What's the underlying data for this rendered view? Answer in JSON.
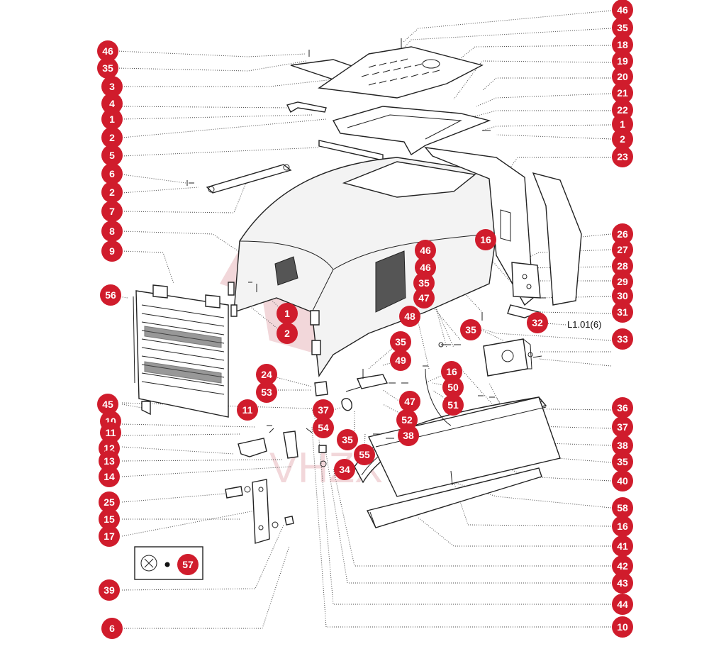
{
  "diagram": {
    "reference_label": "L1.01(6)",
    "watermark_text": "VHZX",
    "callouts": [
      {
        "id": "46"
      },
      {
        "id": "35"
      },
      {
        "id": "18"
      },
      {
        "id": "19"
      },
      {
        "id": "20"
      },
      {
        "id": "21"
      },
      {
        "id": "22"
      },
      {
        "id": "1"
      },
      {
        "id": "2"
      },
      {
        "id": "23"
      },
      {
        "id": "46"
      },
      {
        "id": "35"
      },
      {
        "id": "3"
      },
      {
        "id": "4"
      },
      {
        "id": "1"
      },
      {
        "id": "2"
      },
      {
        "id": "5"
      },
      {
        "id": "6"
      },
      {
        "id": "2"
      },
      {
        "id": "7"
      },
      {
        "id": "8"
      },
      {
        "id": "9"
      },
      {
        "id": "56"
      },
      {
        "id": "26"
      },
      {
        "id": "27"
      },
      {
        "id": "28"
      },
      {
        "id": "29"
      },
      {
        "id": "30"
      },
      {
        "id": "31"
      },
      {
        "id": "32"
      },
      {
        "id": "16"
      },
      {
        "id": "46"
      },
      {
        "id": "46"
      },
      {
        "id": "35"
      },
      {
        "id": "47"
      },
      {
        "id": "48"
      },
      {
        "id": "1"
      },
      {
        "id": "2"
      },
      {
        "id": "35"
      },
      {
        "id": "33"
      },
      {
        "id": "49"
      },
      {
        "id": "35"
      },
      {
        "id": "24"
      },
      {
        "id": "53"
      },
      {
        "id": "16"
      },
      {
        "id": "47"
      },
      {
        "id": "50"
      },
      {
        "id": "51"
      },
      {
        "id": "45"
      },
      {
        "id": "11"
      },
      {
        "id": "37"
      },
      {
        "id": "52"
      },
      {
        "id": "36"
      },
      {
        "id": "37"
      },
      {
        "id": "10"
      },
      {
        "id": "11"
      },
      {
        "id": "54"
      },
      {
        "id": "38"
      },
      {
        "id": "12"
      },
      {
        "id": "35"
      },
      {
        "id": "38"
      },
      {
        "id": "13"
      },
      {
        "id": "55"
      },
      {
        "id": "35"
      },
      {
        "id": "34"
      },
      {
        "id": "14"
      },
      {
        "id": "40"
      },
      {
        "id": "25"
      },
      {
        "id": "58"
      },
      {
        "id": "15"
      },
      {
        "id": "16"
      },
      {
        "id": "17"
      },
      {
        "id": "41"
      },
      {
        "id": "57"
      },
      {
        "id": "42"
      },
      {
        "id": "39"
      },
      {
        "id": "43"
      },
      {
        "id": "44"
      },
      {
        "id": "6"
      },
      {
        "id": "10"
      }
    ]
  }
}
